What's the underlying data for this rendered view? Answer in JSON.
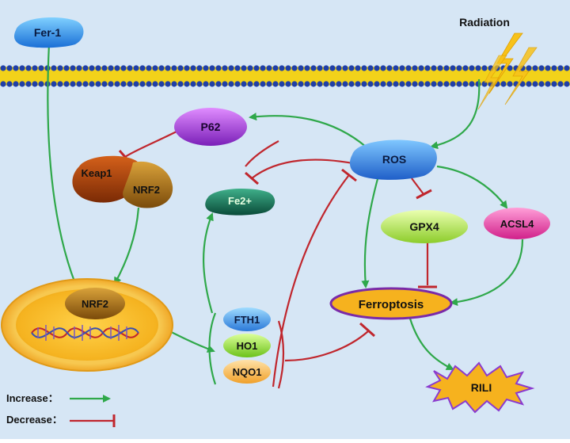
{
  "labels": {
    "fer1": "Fer-1",
    "radiation": "Radiation",
    "p62": "P62",
    "keap1": "Keap1",
    "nrf2_complex": "NRF2",
    "nrf2_nucleus": "NRF2",
    "ros": "ROS",
    "fe2": "Fe2+",
    "gpx4": "GPX4",
    "acsl4": "ACSL4",
    "fth1": "FTH1",
    "ho1": "HO1",
    "nqo1": "NQO1",
    "ferroptosis": "Ferroptosis",
    "rili": "RILI"
  },
  "legend": {
    "increase": "Increase：",
    "decrease": "Decrease："
  },
  "colors": {
    "background": "#d6e6f5",
    "increase_arrow": "#2fa84a",
    "decrease_arrow": "#c0262d",
    "membrane_head": "#1f3fa8",
    "membrane_tail": "#f2d21a"
  }
}
